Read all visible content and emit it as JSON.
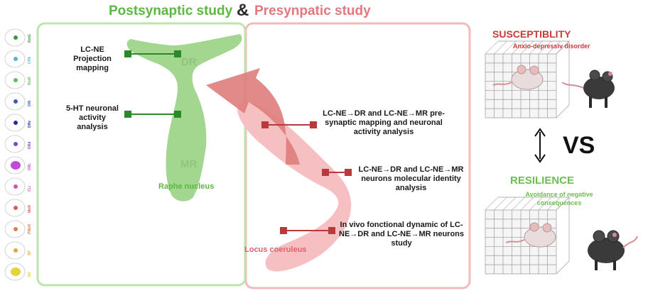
{
  "titles": {
    "postsynaptic": "Postsynaptic study",
    "ampersand": "&",
    "presynaptic": "Presynpatic study"
  },
  "left_sections": {
    "projection": "LC-NE Projection mapping",
    "activity": "5-HT neuronal activity analysis"
  },
  "right_sections": {
    "presynaptic": "LC-NE→DR and LC-NE→MR pre-synaptic mapping and neuronal activity analysis",
    "molecular": "LC-NE→DR and LC-NE→MR neurons molecular identity analysis",
    "dynamic": "In vivo fonctional dynamic of LC-NE→DR and LC-NE→MR neurons study"
  },
  "regions": {
    "dr": "DR",
    "mr": "MR",
    "raphe": "Raphe nucleus",
    "lc": "Locus coeruleus"
  },
  "side_strip": [
    {
      "label": "RmG",
      "color": "#3a9a3a"
    },
    {
      "label": "CPA",
      "color": "#4fb8c8"
    },
    {
      "label": "RmR",
      "color": "#5cc060"
    },
    {
      "label": "DRi",
      "color": "#3a5fb0"
    },
    {
      "label": "DRv",
      "color": "#2a2aa0"
    },
    {
      "label": "DRd",
      "color": "#7a4ac8"
    },
    {
      "label": "DRL",
      "color": "#c24bd6"
    },
    {
      "label": "CLi",
      "color": "#d94fb0"
    },
    {
      "label": "MnR",
      "color": "#e05a4a"
    },
    {
      "label": "PMnR",
      "color": "#e2813e"
    },
    {
      "label": "SP",
      "color": "#e6a53a"
    },
    {
      "label": "B9",
      "color": "#e6d23a"
    }
  ],
  "outcomes": {
    "susceptibility": "SUSCEPTIBLITY",
    "susceptibility_desc": "Anxio-depressiv disorder",
    "vs": "VS",
    "resilience": "RESILIENCE",
    "resilience_desc": "Avoidance of negative consequences"
  },
  "colors": {
    "green": "#5cb841",
    "green_dark": "#2a8a2a",
    "pink": "#e2787e",
    "red_dark": "#b83a3a"
  }
}
